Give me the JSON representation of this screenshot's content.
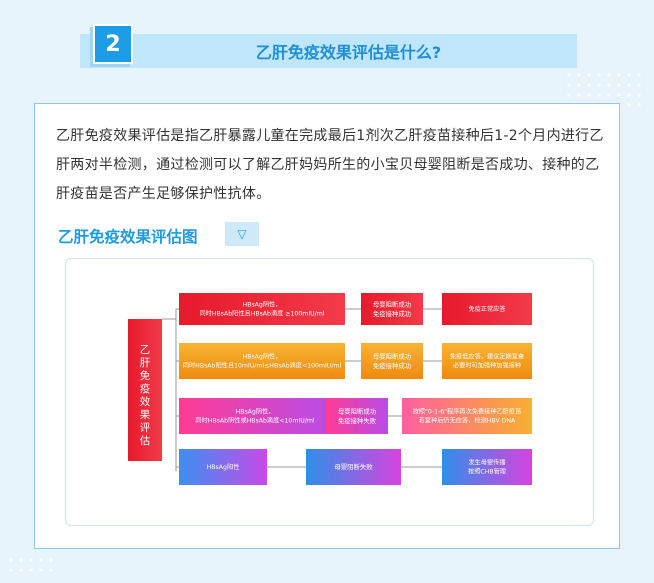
{
  "section": {
    "number": "2",
    "title": "乙肝免疫效果评估是什么?"
  },
  "intro": "乙肝免疫效果评估是指乙肝暴露儿童在完成最后1剂次乙肝疫苗接种后1-2个月内进行乙肝两对半检测，通过检测可以了解乙肝妈妈所生的小宝贝母婴阻断是否成功、接种的乙肝疫苗是否产生足够保护性抗体。",
  "diagram_title": "乙肝免疫效果评估图",
  "diagram_toggle": "▽",
  "diagram": {
    "root": "乙肝免疫效果评估",
    "rows": [
      {
        "box1": [
          "HBsAg阴性，",
          "同时HBsAb阳性且HBsAb滴度 ≥100mIU/ml"
        ],
        "box2": [
          "母婴阻断成功",
          "免疫接种成功"
        ],
        "box3": [
          "免疫正常应答"
        ]
      },
      {
        "box1": [
          "HBsAg阴性，",
          "同时HBsAb阳性且10mIU/ml≤HBsAb滴度<100mIU/ml"
        ],
        "box2": [
          "母婴阻断成功",
          "免疫接种成功"
        ],
        "box3": [
          "免疫低应答，建议定期复查",
          "必要时可加强种加强接种"
        ]
      },
      {
        "box1": [
          "HBsAg阴性，",
          "同时HBsAb阴性或HBsAb滴度<10mIU/ml"
        ],
        "box2": [
          "母婴阻断成功",
          "免疫接种失败"
        ],
        "box3": [
          "按照\"0-1-6\"程序再次免费接种乙肝疫苗",
          "若复种后仍无应答，检测HBV DNA"
        ]
      },
      {
        "box1": [
          "HBsAg阳性"
        ],
        "box2": [
          "母婴阻断失败"
        ],
        "box3": [
          "发生母婴传播",
          "按照CHB管理"
        ]
      }
    ]
  },
  "colors": {
    "accent": "#1f9be0",
    "row_red": "#e8192c",
    "row_orange": "#f5a21a",
    "row_pink": "#f03b9a",
    "row_blue": "#3d8ff0"
  }
}
